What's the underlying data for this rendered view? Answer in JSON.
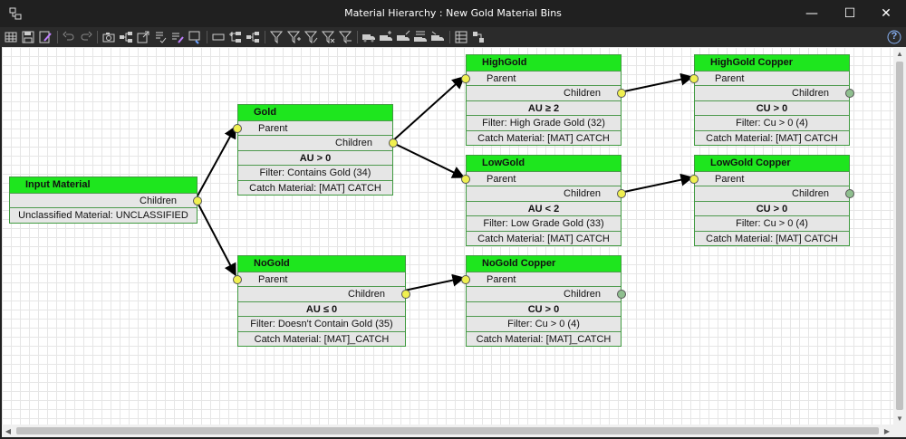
{
  "window": {
    "title": "Material Hierarchy : New Gold Material Bins",
    "minimize": "—",
    "maximize": "☐",
    "close": "✕"
  },
  "toolbar": {
    "help": "?"
  },
  "nodes": {
    "input": {
      "name": "Input Material",
      "children": "Children",
      "unclassified": "Unclassified Material: UNCLASSIFIED"
    },
    "gold": {
      "name": "Gold",
      "parent": "Parent",
      "children": "Children",
      "cond": "AU > 0",
      "filter": "Filter: Contains Gold (34)",
      "catch": "Catch Material: [MAT] CATCH"
    },
    "nogold": {
      "name": "NoGold",
      "parent": "Parent",
      "children": "Children",
      "cond": "AU ≤ 0",
      "filter": "Filter: Doesn't Contain Gold (35)",
      "catch": "Catch Material: [MAT]_CATCH"
    },
    "highgold": {
      "name": "HighGold",
      "parent": "Parent",
      "children": "Children",
      "cond": "AU ≥ 2",
      "filter": "Filter: High Grade Gold (32)",
      "catch": "Catch Material: [MAT] CATCH"
    },
    "lowgold": {
      "name": "LowGold",
      "parent": "Parent",
      "children": "Children",
      "cond": "AU < 2",
      "filter": "Filter: Low Grade Gold (33)",
      "catch": "Catch Material: [MAT] CATCH"
    },
    "nogoldcopper": {
      "name": "NoGold Copper",
      "parent": "Parent",
      "children": "Children",
      "cond": "CU > 0",
      "filter": "Filter: Cu > 0 (4)",
      "catch": "Catch Material: [MAT]_CATCH"
    },
    "highgoldcopper": {
      "name": "HighGold Copper",
      "parent": "Parent",
      "children": "Children",
      "cond": "CU > 0",
      "filter": "Filter: Cu > 0 (4)",
      "catch": "Catch Material: [MAT] CATCH"
    },
    "lowgoldcopper": {
      "name": "LowGold Copper",
      "parent": "Parent",
      "children": "Children",
      "cond": "CU > 0",
      "filter": "Filter: Cu > 0 (4)",
      "catch": "Catch Material: [MAT] CATCH"
    }
  },
  "colors": {
    "node_header": "#1ee61e",
    "node_border": "#3f9a3f",
    "node_body": "#e6e6e6",
    "port_active": "#f0f050",
    "port_leaf": "#8fbf8f"
  }
}
